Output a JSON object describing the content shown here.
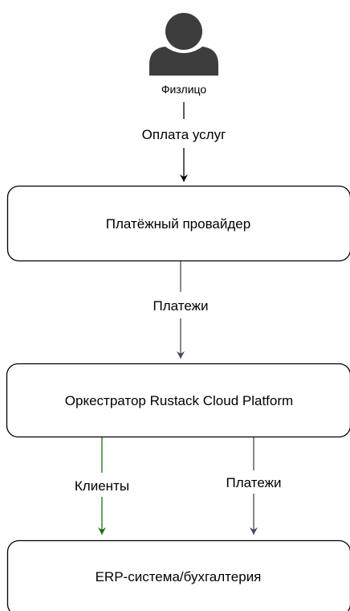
{
  "nodes": {
    "person": {
      "label": "Физлицо"
    },
    "payment_provider": {
      "label": "Платёжный провайдер"
    },
    "orchestrator": {
      "label": "Оркестратор Rustack Cloud Platform"
    },
    "erp": {
      "label": "ERP-система/бухгалтерия"
    }
  },
  "edges": {
    "person_to_provider": {
      "label": "Оплата услуг",
      "color": "#000000"
    },
    "provider_to_orchestrator": {
      "label": "Платежи",
      "color": "#3d4a5c"
    },
    "orchestrator_to_erp_clients": {
      "label": "Клиенты",
      "color": "#1e6b16"
    },
    "orchestrator_to_erp_payments": {
      "label": "Платежи",
      "color": "#3d4a5c"
    }
  },
  "colors": {
    "person_icon": "#3d3d3d",
    "box_border": "#000000",
    "background": "#ffffff"
  }
}
